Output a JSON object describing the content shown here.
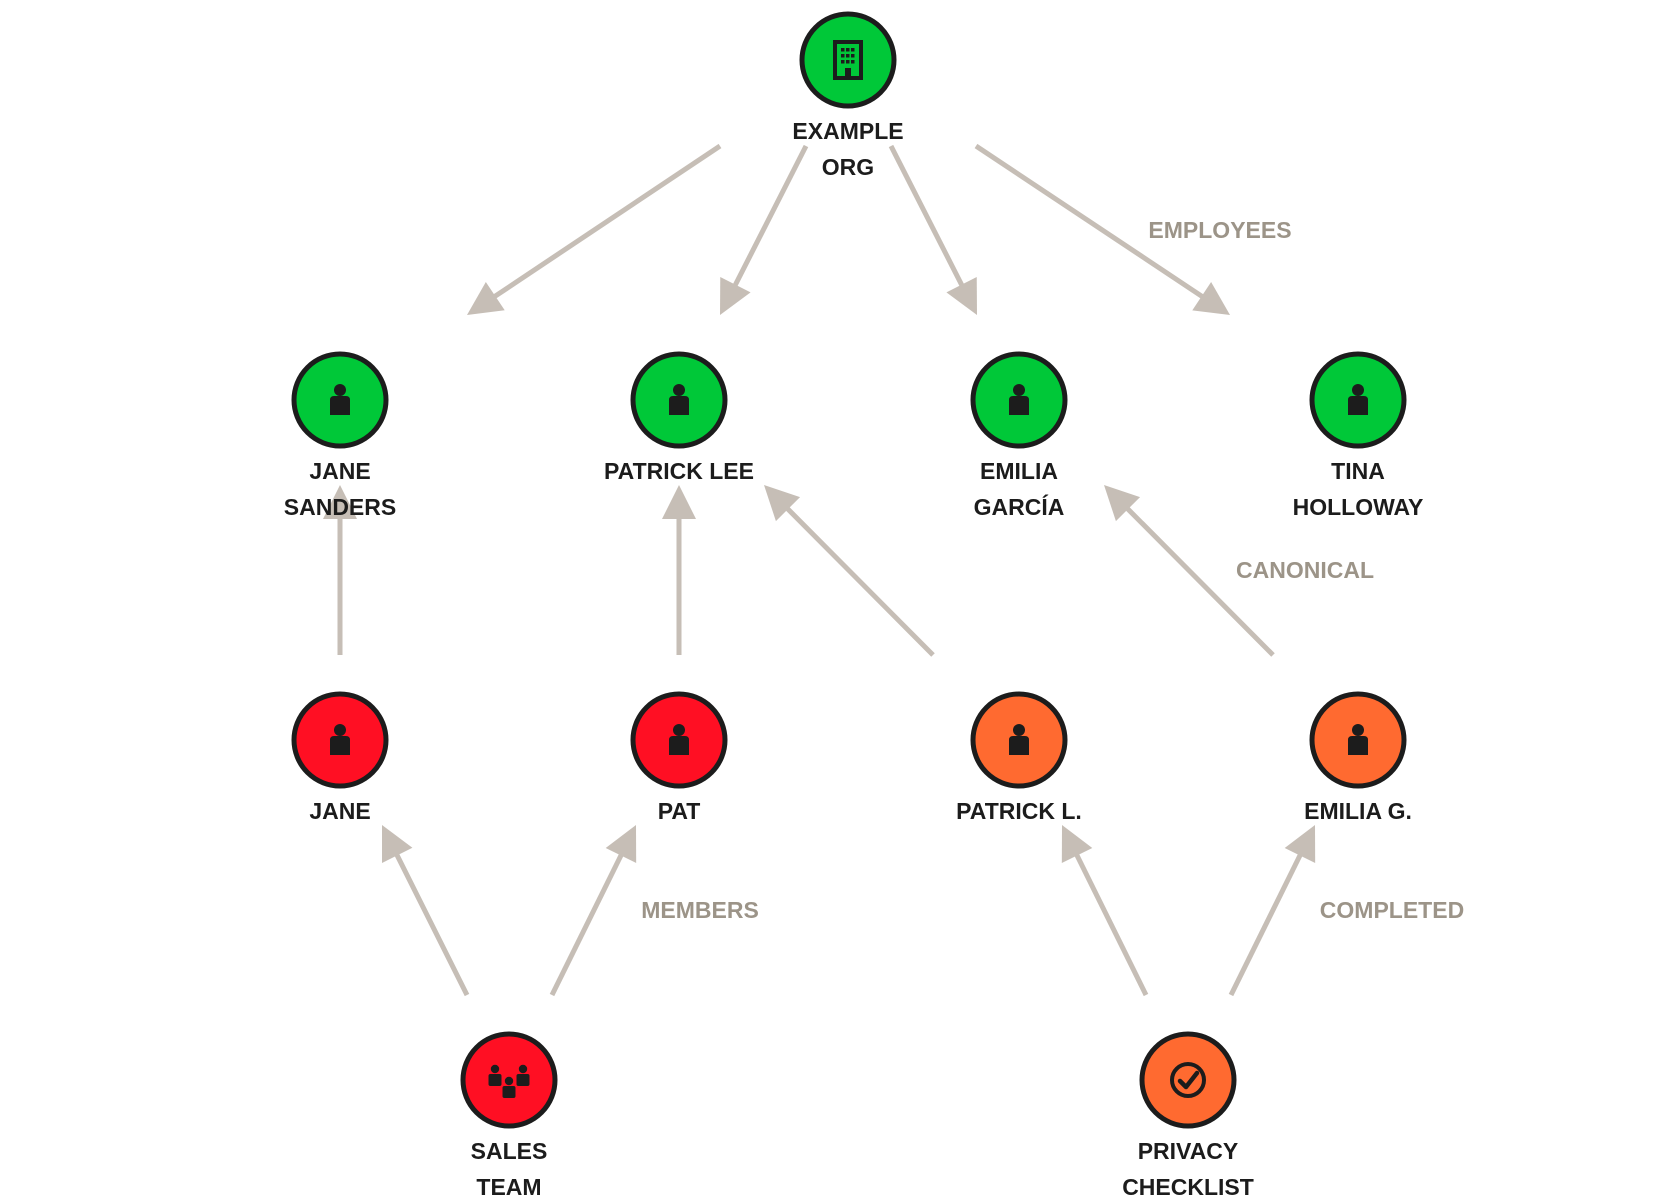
{
  "colors": {
    "organization": "#00c838",
    "identity_canonical": "#00c838",
    "identity_team": "#ff0f23",
    "identity_app": "#ff6a30",
    "outline": "#1c1c1c",
    "edge": "#c6beb6",
    "edge_label": "#9c9488"
  },
  "nodes": [
    {
      "id": "example-org",
      "label_lines": [
        "EXAMPLE",
        "ORG"
      ],
      "icon": "building-icon",
      "color": "#00c838"
    },
    {
      "id": "jane-sanders",
      "label_lines": [
        "JANE",
        "SANDERS"
      ],
      "icon": "person-icon",
      "color": "#00c838"
    },
    {
      "id": "patrick-lee",
      "label_lines": [
        "PATRICK LEE"
      ],
      "icon": "person-icon",
      "color": "#00c838"
    },
    {
      "id": "emilia-garcia",
      "label_lines": [
        "EMILIA",
        "GARCÍA"
      ],
      "icon": "person-icon",
      "color": "#00c838"
    },
    {
      "id": "tina-holloway",
      "label_lines": [
        "TINA",
        "HOLLOWAY"
      ],
      "icon": "person-icon",
      "color": "#00c838"
    },
    {
      "id": "jane",
      "label_lines": [
        "JANE"
      ],
      "icon": "person-icon",
      "color": "#ff0f23"
    },
    {
      "id": "pat",
      "label_lines": [
        "PAT"
      ],
      "icon": "person-icon",
      "color": "#ff0f23"
    },
    {
      "id": "patrick-l",
      "label_lines": [
        "PATRICK L."
      ],
      "icon": "person-icon",
      "color": "#ff6a30"
    },
    {
      "id": "emilia-g",
      "label_lines": [
        "EMILIA G."
      ],
      "icon": "person-icon",
      "color": "#ff6a30"
    },
    {
      "id": "sales-team",
      "label_lines": [
        "SALES",
        "TEAM"
      ],
      "icon": "group-icon",
      "color": "#ff0f23"
    },
    {
      "id": "privacy-checklist",
      "label_lines": [
        "PRIVACY",
        "CHECKLIST"
      ],
      "icon": "checkmark-icon",
      "color": "#ff6a30"
    }
  ],
  "edges": [
    {
      "from": "example-org",
      "to": "jane-sanders"
    },
    {
      "from": "example-org",
      "to": "patrick-lee"
    },
    {
      "from": "example-org",
      "to": "emilia-garcia"
    },
    {
      "from": "example-org",
      "to": "tina-holloway"
    },
    {
      "from": "jane",
      "to": "jane-sanders"
    },
    {
      "from": "pat",
      "to": "patrick-lee"
    },
    {
      "from": "patrick-l",
      "to": "patrick-lee"
    },
    {
      "from": "emilia-g",
      "to": "emilia-garcia"
    },
    {
      "from": "sales-team",
      "to": "jane"
    },
    {
      "from": "sales-team",
      "to": "pat"
    },
    {
      "from": "privacy-checklist",
      "to": "patrick-l"
    },
    {
      "from": "privacy-checklist",
      "to": "emilia-g"
    }
  ],
  "edge_labels": [
    {
      "id": "employees",
      "text": "EMPLOYEES"
    },
    {
      "id": "canonical",
      "text": "CANONICAL"
    },
    {
      "id": "members",
      "text": "MEMBERS"
    },
    {
      "id": "completed",
      "text": "COMPLETED"
    }
  ]
}
